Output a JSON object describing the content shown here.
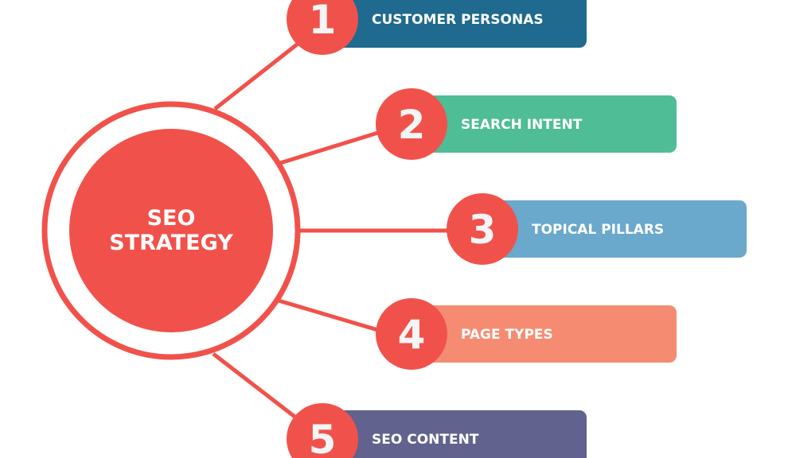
{
  "center": {
    "line1": "SEO",
    "line2": "STRATEGY",
    "color": "#F0524B"
  },
  "items": [
    {
      "number": "1",
      "label": "CUSTOMER PERSONAS",
      "color": "#1F6A8E"
    },
    {
      "number": "2",
      "label": "SEARCH INTENT",
      "color": "#4FBD95"
    },
    {
      "number": "3",
      "label": "TOPICAL PILLARS",
      "color": "#6AA8CC"
    },
    {
      "number": "4",
      "label": "PAGE TYPES",
      "color": "#F58C72"
    },
    {
      "number": "5",
      "label": "SEO CONTENT",
      "color": "#62628E"
    }
  ]
}
